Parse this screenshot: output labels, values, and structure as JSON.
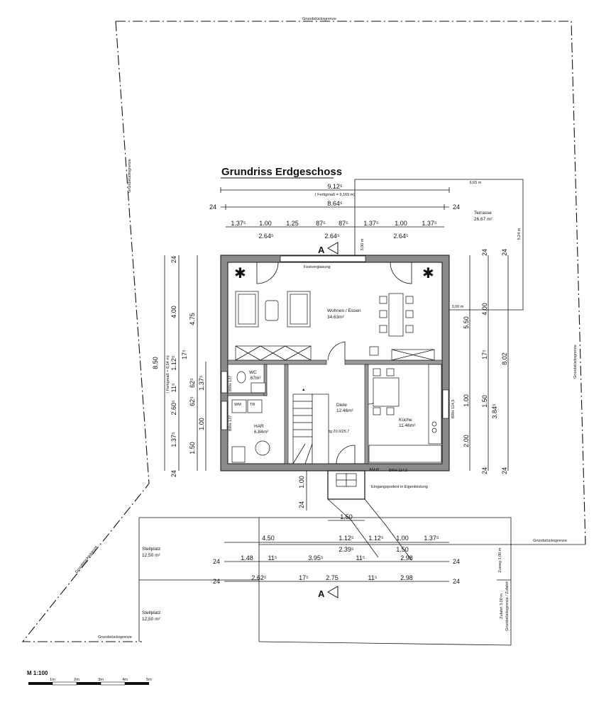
{
  "title": "Grundriss Erdgeschoss",
  "scale": {
    "label": "M 1:100",
    "ticks": [
      "1m",
      "2m",
      "3m",
      "4m",
      "5m"
    ]
  },
  "boundary_label": "Grundstücksgrenze",
  "dims": {
    "top_overall": "9.12⁵",
    "fertigmass_top": "( Fertigmaß = 9,165 m)",
    "top_inner": "8.64⁵",
    "top_24_left": "24",
    "top_24_right": "24",
    "top_row3": [
      "1.37⁵",
      "1.00",
      "1.25",
      "87⁵",
      "87⁵",
      "1.37⁵",
      "1.00",
      "1.37⁵"
    ],
    "top_row4": [
      "2.64⁵",
      "2.64⁵",
      "2.64⁵"
    ],
    "top_300m": "3,00 m",
    "left_overall": "8.50",
    "fertigmass_left": "( Fertigmaß = 8,54 m)",
    "left_col2": [
      "4.75",
      "62⁵",
      "1.37⁵"
    ],
    "left_col3": [
      "4.00",
      "1.12⁵",
      "17⁵",
      "1.00",
      "11⁵",
      "2.60⁵",
      "62⁵",
      "1.37⁵",
      "1.50"
    ],
    "left_24": [
      "24",
      "24"
    ],
    "right_col1": [
      "5.50",
      "1.00",
      "2.00"
    ],
    "right_col2": [
      "4.00",
      "17⁵",
      "1.50",
      "3.84⁵"
    ],
    "right_col3": [
      "8.02"
    ],
    "right_24": [
      "24",
      "24",
      "24",
      "24"
    ],
    "terrace_665": "6,65 m",
    "terrace_524": "5,24 m",
    "terrace_300": "3,00 m",
    "entrance_100": "1.00",
    "entrance_24": "24",
    "entrance_150": "1.50",
    "bottom_row1": [
      "4.50",
      "1.12⁵",
      "1.12⁵",
      "1.00",
      "1.37⁵"
    ],
    "bottom_row1b": [
      "2.39⁵",
      "1.50"
    ],
    "bottom_row2": [
      "24",
      "1.48",
      "11⁵",
      "3.95⁵",
      "11⁵",
      "2.98",
      "24"
    ],
    "bottom_row3": [
      "24",
      "2.62⁵",
      "17⁵",
      "2.75",
      "11⁵",
      "2.98",
      "24"
    ]
  },
  "rooms": {
    "wohnen": {
      "name": "Wohnen / Essen",
      "area": "34.63m²"
    },
    "diele": {
      "name": "Diele",
      "area": "12.46m²"
    },
    "kueche": {
      "name": "Küche",
      "area": "11.46m²"
    },
    "har": {
      "name": "HAR",
      "area": "6.84m²"
    },
    "wc": {
      "name": "WC",
      "area": ".67m²"
    },
    "terrasse": {
      "name": "Terrasse",
      "area": "26,67 m²"
    },
    "stellplatz1": {
      "name": "Stellplatz",
      "area": "12,50 m²"
    },
    "stellplatz2": {
      "name": "Stellplatz",
      "area": "12,50 m²"
    }
  },
  "labels": {
    "festverglasung": "Festverglasung",
    "eingangspodest": "Eingangspodest in Eigenleistung",
    "brh_1145_a": "BRH 114,5",
    "brh_1145_b": "BRH 114,5",
    "brh_127_a": "BRH 127",
    "brh_127_b": "BRH 127",
    "stair": "14 Stg 20.0/25.7",
    "wm": "WM",
    "tr": "TR",
    "abluft": "Abluft",
    "zuweg": "Zuweg 1,00 m",
    "zufahrt": "Zufahrt 3,00 m",
    "grenze_zufahrt": "Grundstücksgrenze / Zufahrt",
    "section_a": "A"
  }
}
